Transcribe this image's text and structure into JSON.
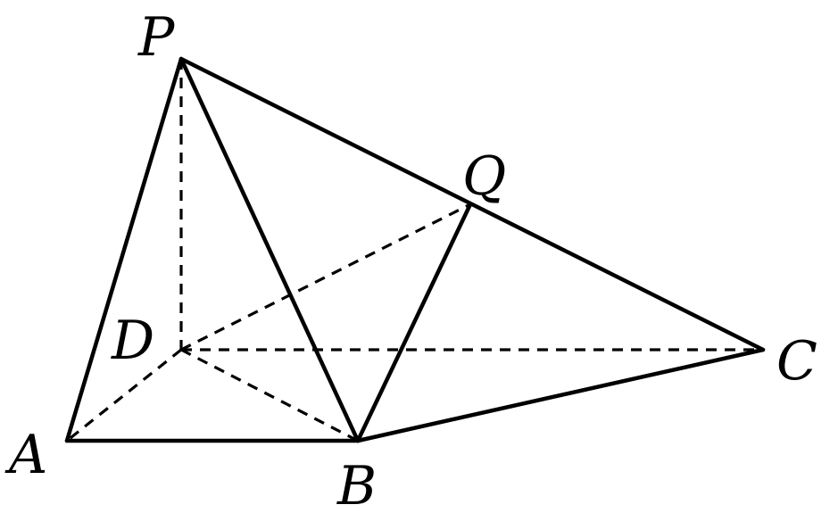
{
  "diagram": {
    "vertices": [
      {
        "id": "P",
        "label": "P"
      },
      {
        "id": "Q",
        "label": "Q"
      },
      {
        "id": "D",
        "label": "D"
      },
      {
        "id": "C",
        "label": "C"
      },
      {
        "id": "A",
        "label": "A"
      },
      {
        "id": "B",
        "label": "B"
      }
    ],
    "edges": [
      {
        "from": "P",
        "to": "A",
        "style": "solid"
      },
      {
        "from": "P",
        "to": "B",
        "style": "solid"
      },
      {
        "from": "P",
        "to": "C",
        "style": "solid"
      },
      {
        "from": "A",
        "to": "B",
        "style": "solid"
      },
      {
        "from": "B",
        "to": "C",
        "style": "solid"
      },
      {
        "from": "B",
        "to": "Q",
        "style": "solid"
      },
      {
        "from": "P",
        "to": "D",
        "style": "dashed"
      },
      {
        "from": "D",
        "to": "C",
        "style": "dashed"
      },
      {
        "from": "D",
        "to": "A",
        "style": "dashed"
      },
      {
        "from": "D",
        "to": "B",
        "style": "dashed"
      },
      {
        "from": "D",
        "to": "Q",
        "style": "dashed"
      }
    ],
    "colors": {
      "line": "#000000",
      "background": "#ffffff"
    }
  }
}
